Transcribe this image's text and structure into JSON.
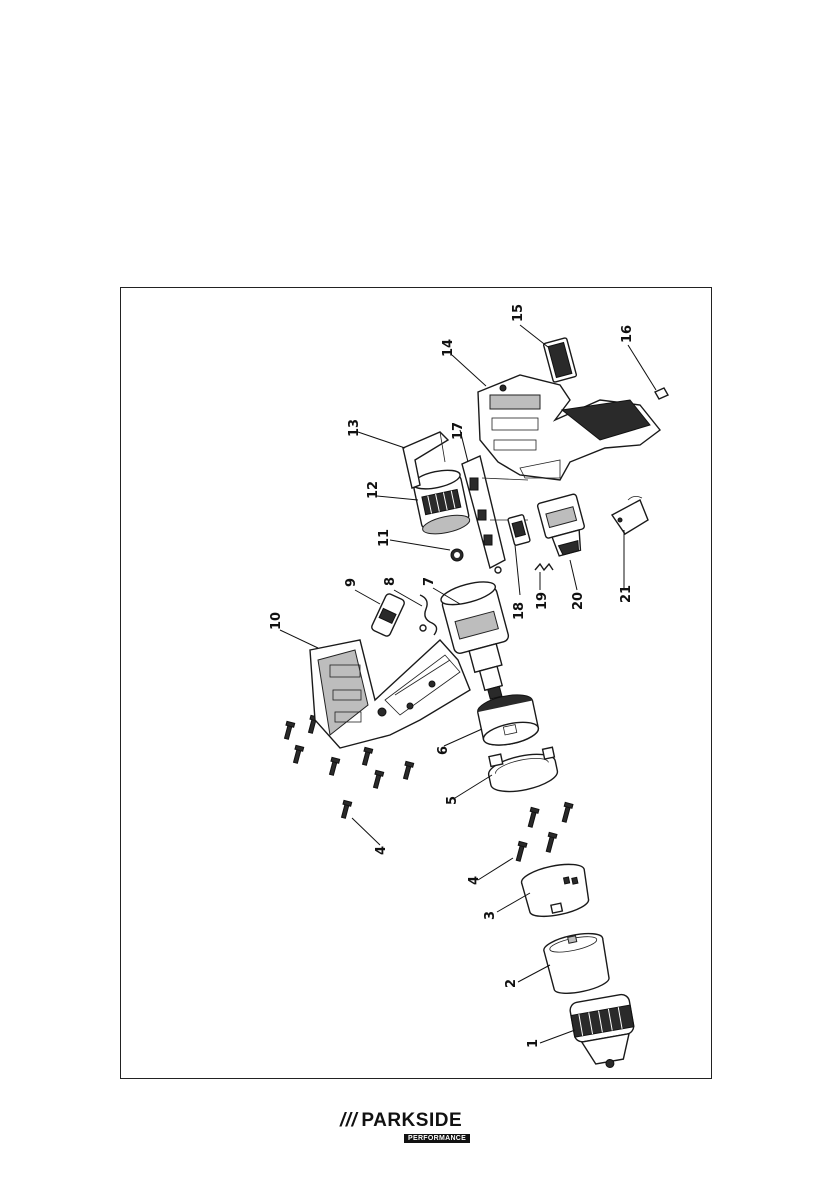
{
  "diagram": {
    "part_labels": [
      "1",
      "2",
      "3",
      "4",
      "4",
      "5",
      "6",
      "7",
      "8",
      "9",
      "10",
      "11",
      "12",
      "13",
      "14",
      "15",
      "16",
      "17",
      "18",
      "19",
      "20",
      "21"
    ]
  },
  "brand": {
    "slashes": "///",
    "name": "PARKSIDE",
    "tagline": "PERFORMANCE"
  }
}
